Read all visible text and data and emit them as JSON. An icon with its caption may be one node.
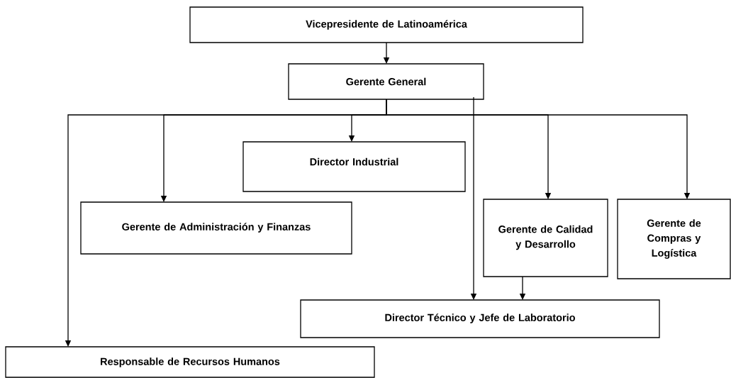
{
  "diagram": {
    "nodes": [
      {
        "text": [
          "Vicepresidente de Latinoamérica"
        ]
      },
      {
        "text": [
          "Gerente General"
        ]
      },
      {
        "text": [
          "Director Industrial"
        ]
      },
      {
        "text": [
          "Gerente de Administración y Finanzas"
        ]
      },
      {
        "text": [
          "Gerente de Calidad y Desarrollo"
        ]
      },
      {
        "text": [
          "Gerente de Compras y Logística"
        ]
      },
      {
        "text": [
          "Director Técnico y Jefe de Laboratorio"
        ]
      },
      {
        "text": [
          "Responsable de Recursos Humanos"
        ]
      }
    ],
    "edges": [
      {
        "from": 0,
        "to": 1,
        "arrow": "to"
      },
      {
        "from": 1,
        "to": 7,
        "arrow": "to"
      },
      {
        "from": 1,
        "to": 3,
        "arrow": "to"
      },
      {
        "from": 1,
        "to": 2,
        "arrow": "to"
      },
      {
        "from": 1,
        "to": 4,
        "arrow": "to"
      },
      {
        "from": 1,
        "to": 5,
        "arrow": "to"
      },
      {
        "from": 1,
        "to": 6,
        "arrow": "to"
      },
      {
        "from": 4,
        "to": 6,
        "arrow": "to"
      }
    ]
  }
}
